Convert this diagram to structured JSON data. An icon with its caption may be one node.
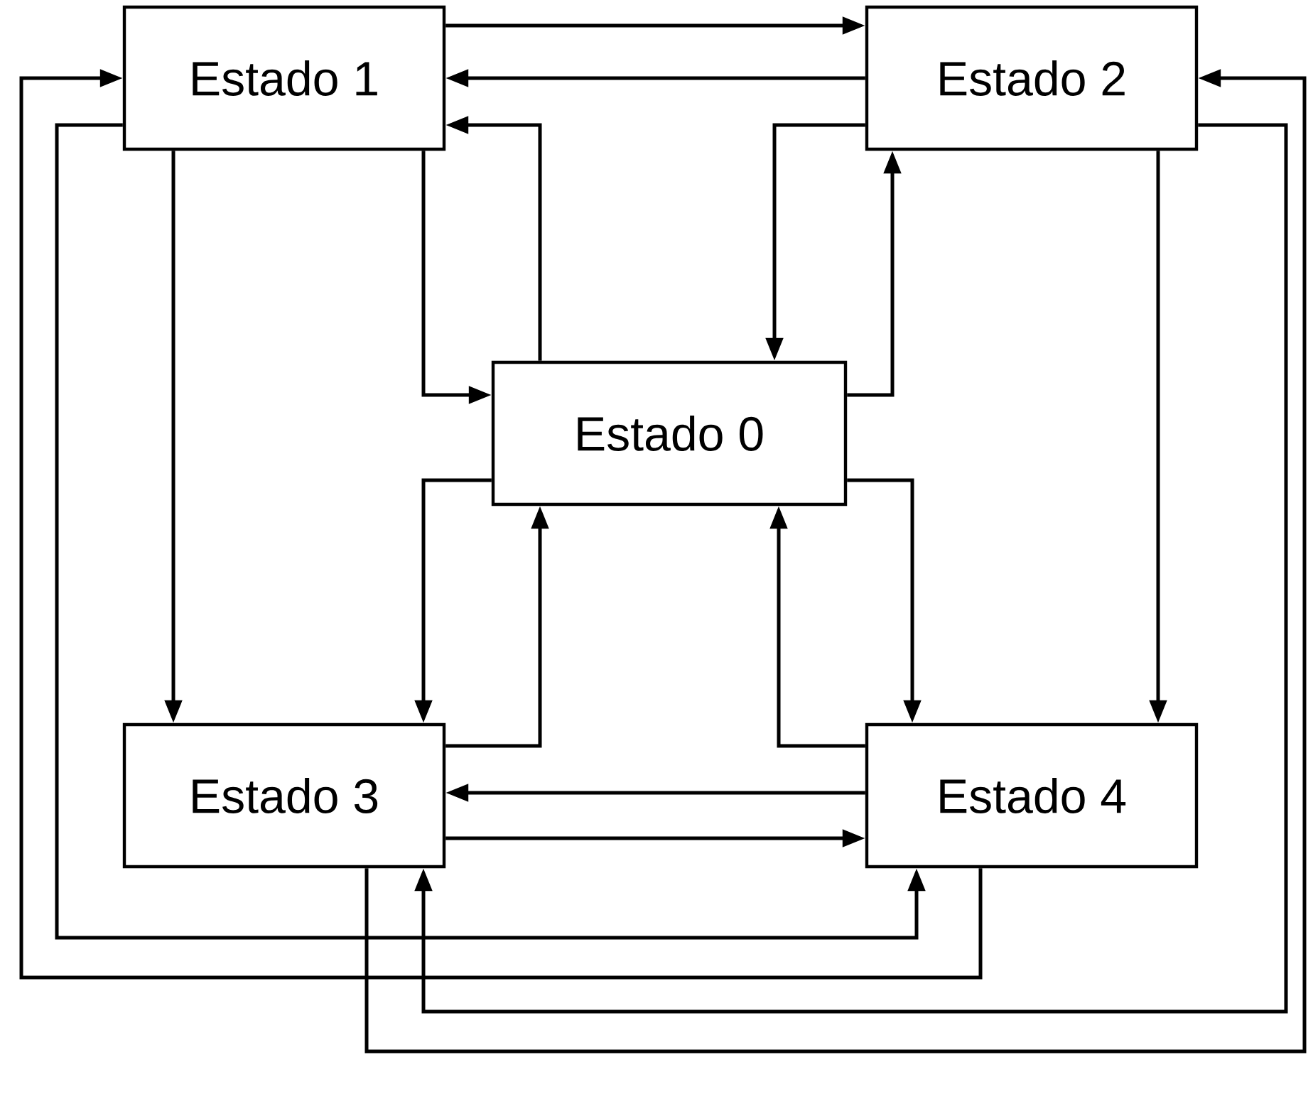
{
  "diagram": {
    "nodes": [
      {
        "text": [
          "Estado 1"
        ]
      },
      {
        "text": [
          "Estado 2"
        ]
      },
      {
        "text": [
          "Estado 0"
        ]
      },
      {
        "text": [
          "Estado 3"
        ]
      },
      {
        "text": [
          "Estado 4"
        ]
      }
    ],
    "edges": [
      {
        "from": 0,
        "to": 1,
        "arrow": "to"
      },
      {
        "from": 1,
        "to": 0,
        "arrow": "to"
      },
      {
        "from": 0,
        "to": 2,
        "arrow": "to"
      },
      {
        "from": 2,
        "to": 0,
        "arrow": "to"
      },
      {
        "from": 1,
        "to": 2,
        "arrow": "to"
      },
      {
        "from": 2,
        "to": 1,
        "arrow": "to"
      },
      {
        "from": 0,
        "to": 3,
        "arrow": "to"
      },
      {
        "from": 1,
        "to": 4,
        "arrow": "to"
      },
      {
        "from": 2,
        "to": 3,
        "arrow": "to"
      },
      {
        "from": 3,
        "to": 2,
        "arrow": "to"
      },
      {
        "from": 4,
        "to": 2,
        "arrow": "to"
      },
      {
        "from": 2,
        "to": 4,
        "arrow": "to"
      },
      {
        "from": 4,
        "to": 3,
        "arrow": "to"
      },
      {
        "from": 3,
        "to": 4,
        "arrow": "to"
      },
      {
        "from": 0,
        "to": 4,
        "arrow": "to"
      },
      {
        "from": 4,
        "to": 0,
        "arrow": "to"
      },
      {
        "from": 1,
        "to": 3,
        "arrow": "to"
      },
      {
        "from": 3,
        "to": 1,
        "arrow": "to"
      }
    ]
  }
}
